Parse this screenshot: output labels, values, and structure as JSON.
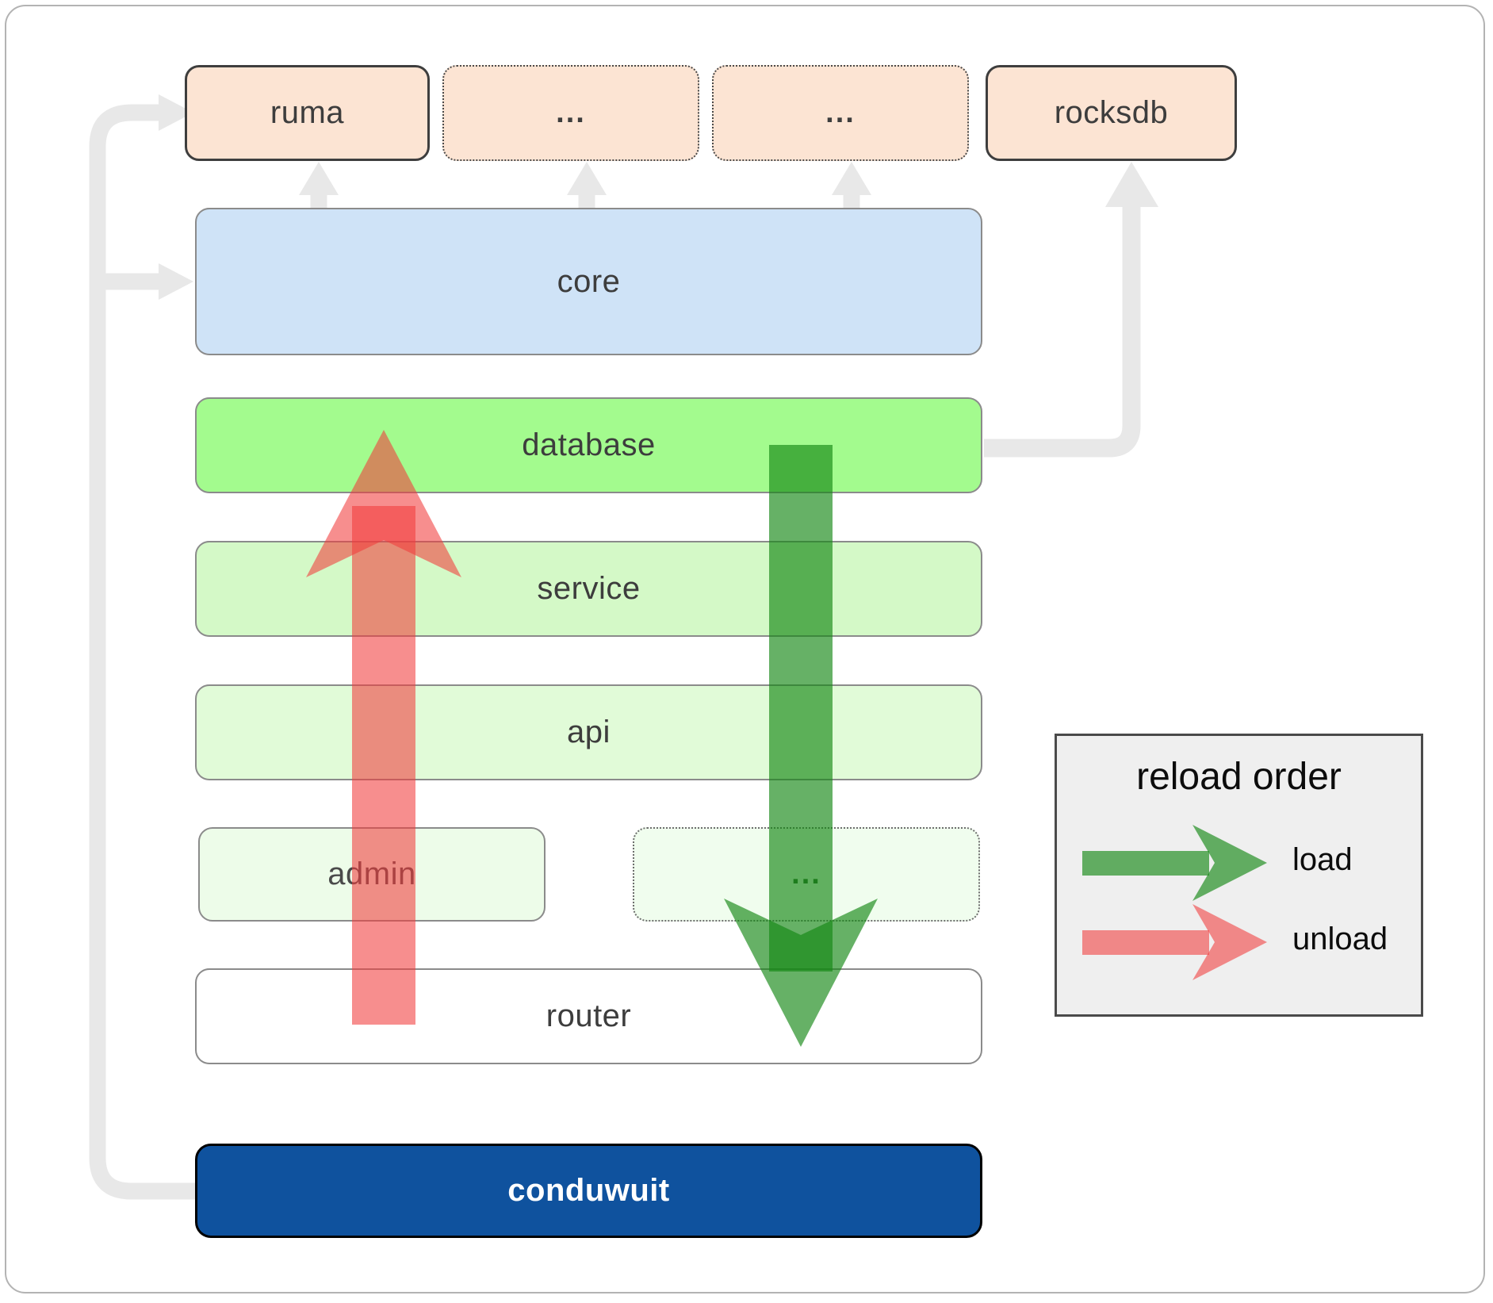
{
  "diagram": {
    "nodes": {
      "ruma": {
        "label": "ruma",
        "fill": "#fce4d3",
        "text_color": "#3d3d3d"
      },
      "dots1": {
        "label": "...",
        "fill": "#fce4d3",
        "text_color": "#3d3d3d"
      },
      "dots2": {
        "label": "...",
        "fill": "#fce4d3",
        "text_color": "#3d3d3d"
      },
      "rocksdb": {
        "label": "rocksdb",
        "fill": "#fce4d3",
        "text_color": "#3d3d3d"
      },
      "core": {
        "label": "core",
        "fill": "#cfe3f7",
        "text_color": "#3d3d3d"
      },
      "database": {
        "label": "database",
        "fill": "#a3fb8e",
        "text_color": "#3d3d3d"
      },
      "service": {
        "label": "service",
        "fill": "#d4f9c7",
        "text_color": "#3d3d3d"
      },
      "api": {
        "label": "api",
        "fill": "#e1fbd8",
        "text_color": "#3d3d3d"
      },
      "admin": {
        "label": "admin",
        "fill": "#edfce9",
        "text_color": "#4a4a4a"
      },
      "dots3": {
        "label": "...",
        "fill": "#f0fdee",
        "text_color": "#2f6b2f"
      },
      "router": {
        "label": "router",
        "fill": "#ffffff",
        "text_color": "#3d3d3d"
      },
      "conduwuit": {
        "label": "conduwuit",
        "fill": "#0f529e",
        "text_color": "#ffffff"
      }
    },
    "colors": {
      "connector": "#e8e8e8",
      "load_arrow": "#148714",
      "unload_arrow": "#f23c3c",
      "legend_bg": "#efefef"
    },
    "legend": {
      "title": "reload order",
      "items": [
        {
          "id": "load",
          "label": "load"
        },
        {
          "id": "unload",
          "label": "unload"
        }
      ]
    }
  }
}
